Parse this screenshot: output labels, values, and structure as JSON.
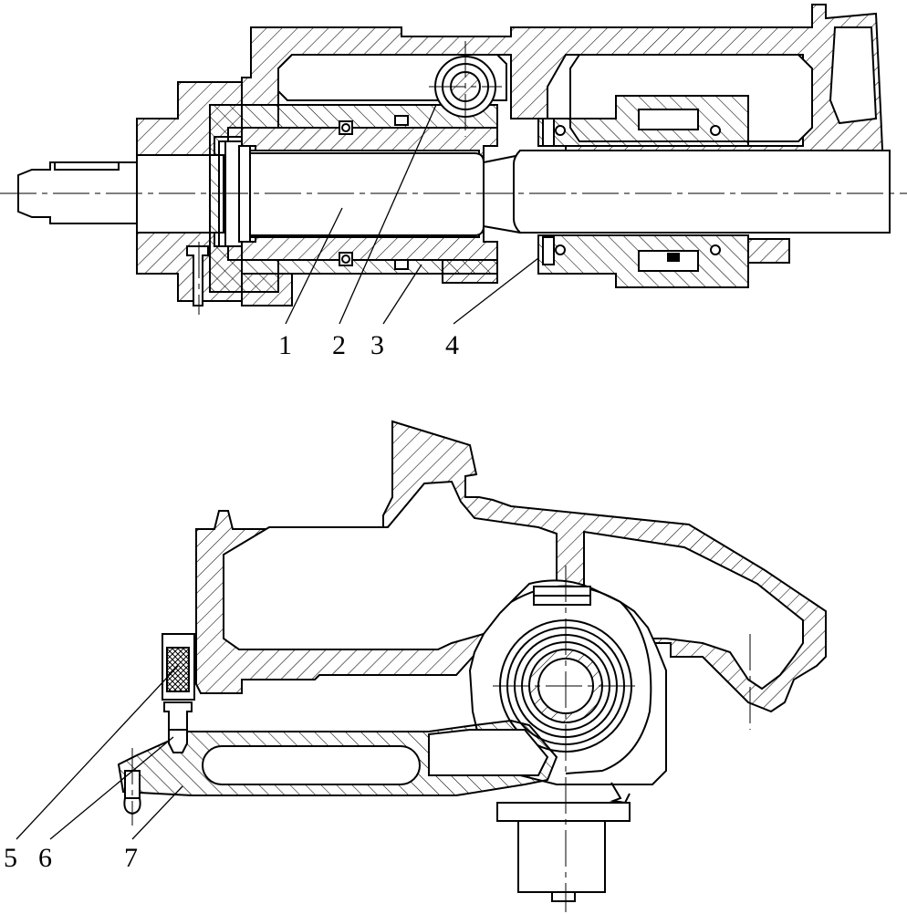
{
  "colors": {
    "ink": "#000000",
    "paper": "#ffffff"
  },
  "callouts": [
    {
      "id": "1",
      "text": "1"
    },
    {
      "id": "2",
      "text": "2"
    },
    {
      "id": "3",
      "text": "3"
    },
    {
      "id": "4",
      "text": "4"
    },
    {
      "id": "5",
      "text": "5"
    },
    {
      "id": "6",
      "text": "6"
    },
    {
      "id": "7",
      "text": "7"
    }
  ]
}
